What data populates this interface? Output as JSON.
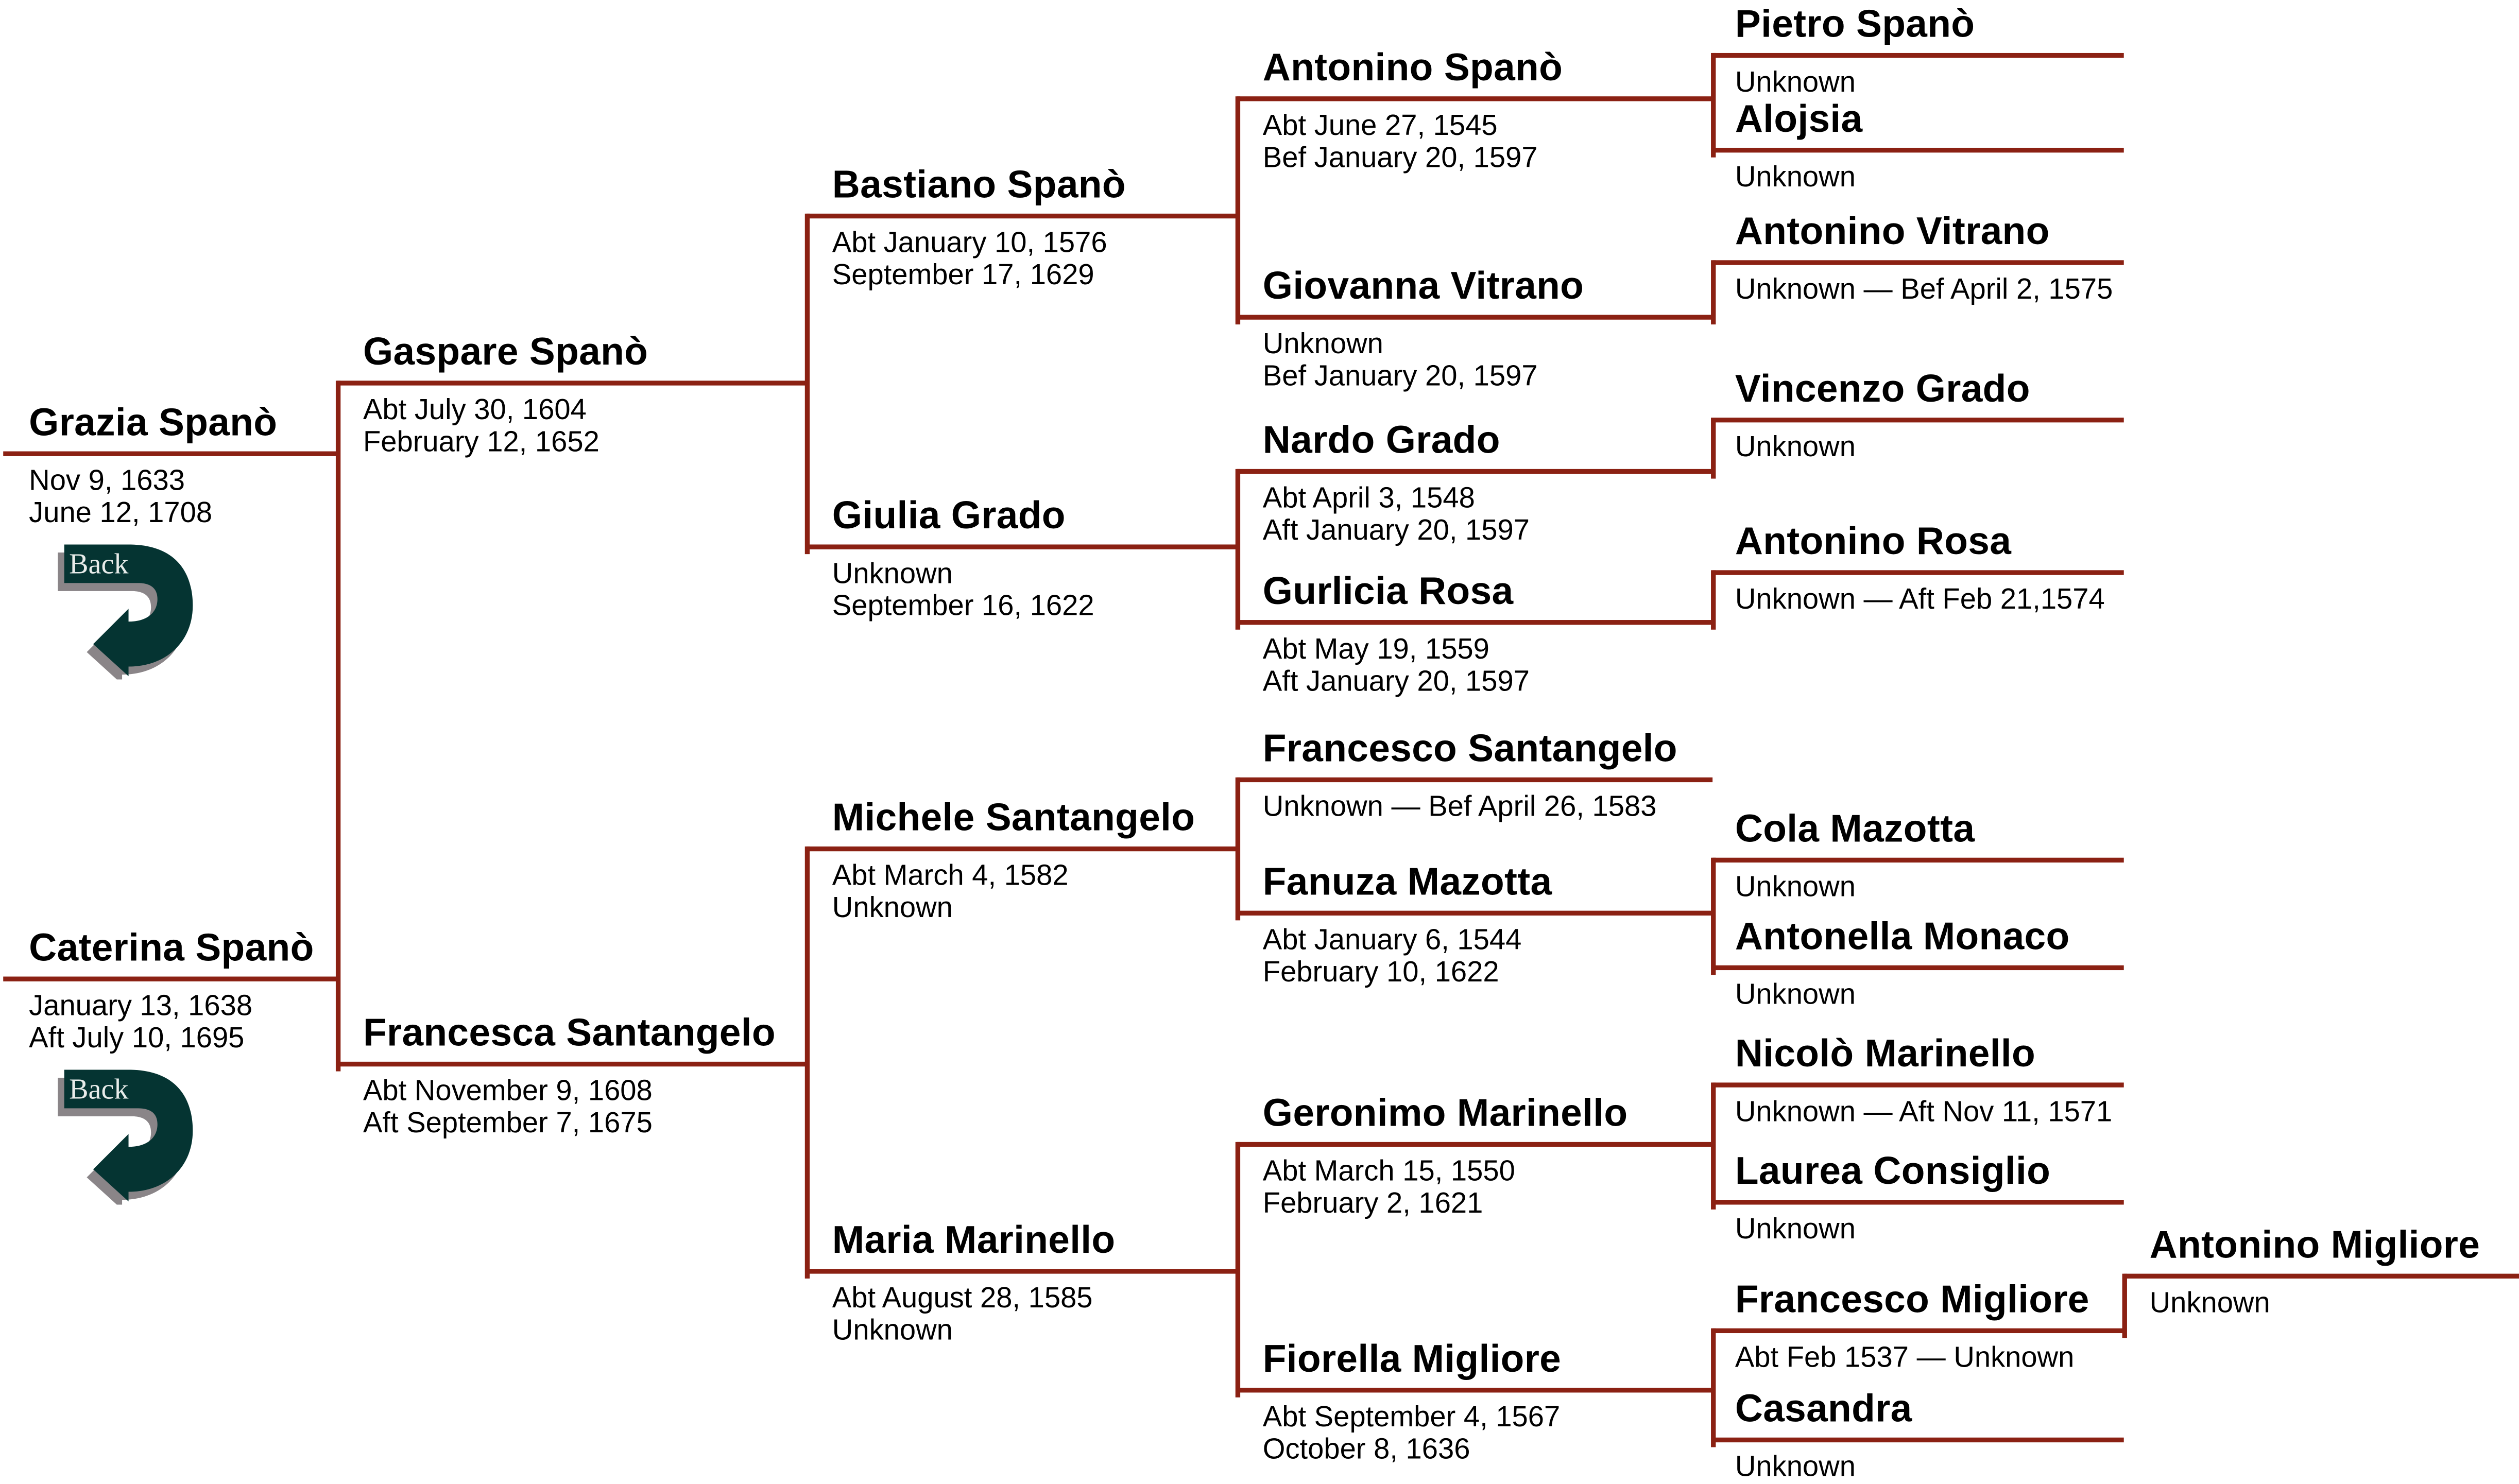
{
  "line_color": "#8b2113",
  "back_button": {
    "label": "Back",
    "color": "#053432"
  },
  "people": {
    "grazia": {
      "name": "Grazia Spanò",
      "dates": [
        "Nov 9, 1633",
        "June 12, 1708"
      ],
      "has_back": true
    },
    "caterina": {
      "name": "Caterina Spanò",
      "dates": [
        "January 13, 1638",
        "Aft  July 10, 1695"
      ],
      "has_back": true
    },
    "gaspare": {
      "name": "Gaspare Spanò",
      "dates": [
        "Abt July 30, 1604",
        "February 12, 1652"
      ]
    },
    "francesca": {
      "name": "Francesca Santangelo",
      "dates": [
        "Abt November 9, 1608",
        "Aft  September 7, 1675"
      ]
    },
    "bastiano": {
      "name": "Bastiano Spanò",
      "dates": [
        "Abt January 10, 1576",
        "September 17, 1629"
      ]
    },
    "giulia": {
      "name": "Giulia Grado",
      "dates": [
        "Unknown",
        "September 16, 1622"
      ]
    },
    "michele": {
      "name": "Michele Santangelo",
      "dates": [
        "Abt March 4, 1582",
        "Unknown"
      ]
    },
    "maria": {
      "name": "Maria Marinello",
      "dates": [
        "Abt August 28, 1585",
        "Unknown"
      ]
    },
    "antonino_spano": {
      "name": "Antonino Spanò",
      "dates": [
        "Abt June 27, 1545",
        "Bef  January 20, 1597"
      ]
    },
    "giovanna": {
      "name": "Giovanna Vitrano",
      "dates": [
        "Unknown",
        "Bef  January 20, 1597"
      ]
    },
    "nardo": {
      "name": "Nardo Grado",
      "dates": [
        "Abt April 3, 1548",
        "Aft  January 20, 1597"
      ]
    },
    "gurlicia": {
      "name": "Gurlicia Rosa",
      "dates": [
        "Abt May 19, 1559",
        "Aft  January 20, 1597"
      ]
    },
    "francesco_sant": {
      "name": "Francesco Santangelo",
      "dates": [
        "Unknown  —  Bef April 26, 1583"
      ]
    },
    "fanuza": {
      "name": "Fanuza Mazotta",
      "dates": [
        "Abt January 6, 1544",
        "February 10, 1622"
      ]
    },
    "geronimo": {
      "name": "Geronimo Marinello",
      "dates": [
        "Abt March 15, 1550",
        "February 2, 1621"
      ]
    },
    "fiorella": {
      "name": "Fiorella Migliore",
      "dates": [
        "Abt September 4, 1567",
        "October 8, 1636"
      ]
    },
    "pietro": {
      "name": "Pietro Spanò",
      "dates": [
        "Unknown"
      ]
    },
    "alojsia": {
      "name": "Alojsia",
      "dates": [
        "Unknown"
      ]
    },
    "antonino_vitrano": {
      "name": "Antonino Vitrano",
      "dates": [
        "Unknown — Bef April 2, 1575"
      ]
    },
    "vincenzo": {
      "name": "Vincenzo Grado",
      "dates": [
        "Unknown"
      ]
    },
    "antonino_rosa": {
      "name": "Antonino Rosa",
      "dates": [
        "Unknown — Aft Feb 21,1574"
      ]
    },
    "cola": {
      "name": "Cola Mazotta",
      "dates": [
        "Unknown"
      ]
    },
    "antonella": {
      "name": "Antonella Monaco",
      "dates": [
        "Unknown"
      ]
    },
    "nicolo": {
      "name": "Nicolò Marinello",
      "dates": [
        "Unknown — Aft  Nov 11, 1571"
      ]
    },
    "laurea": {
      "name": "Laurea Consiglio",
      "dates": [
        "Unknown"
      ]
    },
    "francesco_migliore": {
      "name": "Francesco Migliore",
      "dates": [
        "Abt Feb 1537 — Unknown"
      ]
    },
    "casandra": {
      "name": "Casandra",
      "dates": [
        "Unknown"
      ]
    },
    "antonino_migliore": {
      "name": "Antonino Migliore",
      "dates": [
        "Unknown"
      ]
    }
  }
}
